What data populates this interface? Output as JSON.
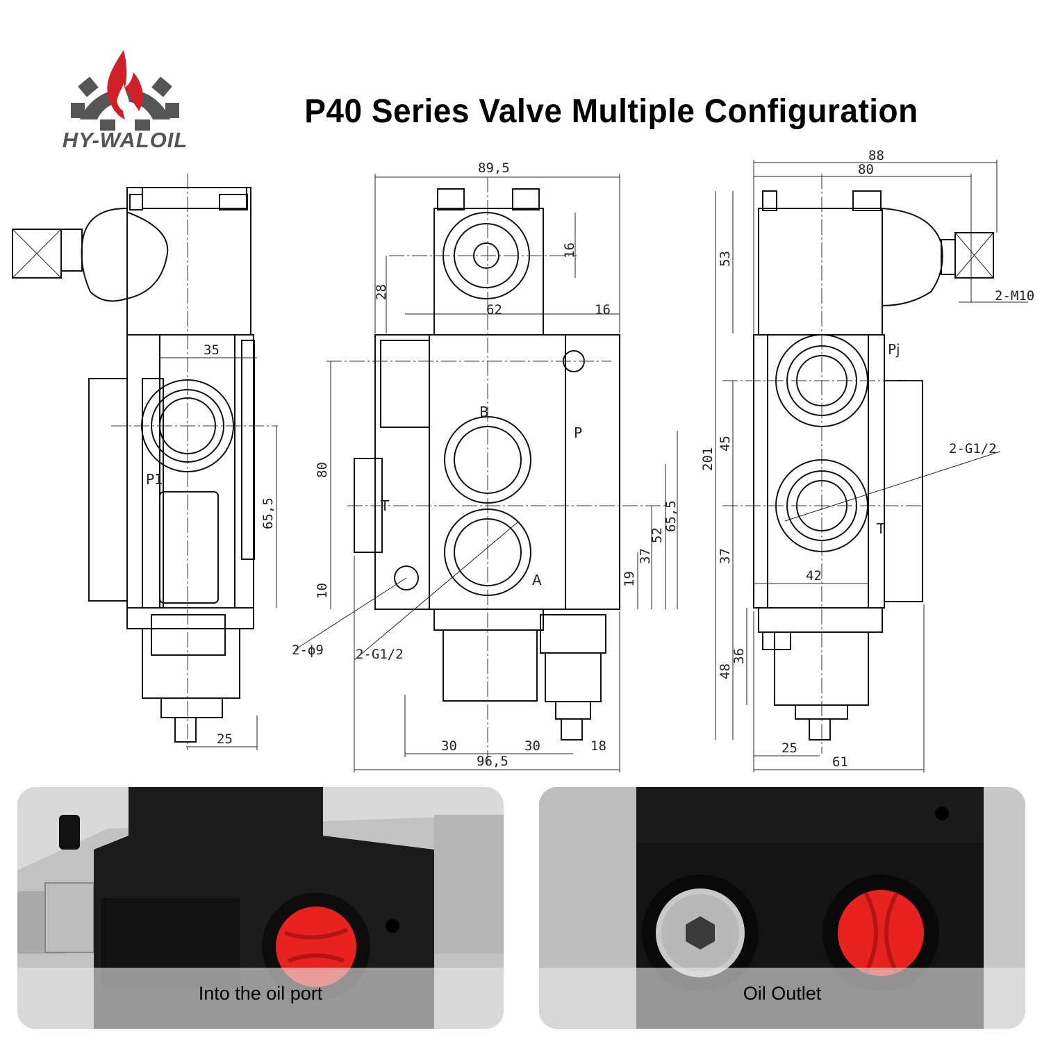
{
  "brand": {
    "name": "HY-WALOIL",
    "colors": {
      "gear": "#555555",
      "flame": "#d21f26"
    }
  },
  "title": "P40 Series Valve Multiple Configuration",
  "left_view": {
    "labels": {
      "p1": "P1"
    },
    "dims": {
      "d35": "35",
      "d65_5": "65,5",
      "d25": "25"
    }
  },
  "center_view": {
    "labels": {
      "b": "B",
      "p": "P",
      "t": "T",
      "a": "A",
      "hole": "2-ϕ9",
      "thread": "2-G1/2"
    },
    "dims": {
      "d89_5": "89,5",
      "d16v": "16",
      "d28": "28",
      "d62": "62",
      "d16h": "16",
      "d80": "80",
      "d10": "10",
      "d65_5": "65,5",
      "d52": "52",
      "d37": "37",
      "d19": "19",
      "d30a": "30",
      "d30b": "30",
      "d18": "18",
      "d96_5": "96,5"
    }
  },
  "right_view": {
    "labels": {
      "pj": "Pj",
      "t": "T",
      "thread": "2-G1/2",
      "m10": "2-M10"
    },
    "dims": {
      "d88": "88",
      "d80": "80",
      "d53": "53",
      "d201": "201",
      "d45": "45",
      "d37": "37",
      "d42": "42",
      "d36": "36",
      "d48": "48",
      "d25": "25",
      "d61": "61"
    }
  },
  "photos": [
    {
      "caption": "Into the oil port"
    },
    {
      "caption": "Oil Outlet"
    }
  ],
  "plug_color": "#e8231f"
}
